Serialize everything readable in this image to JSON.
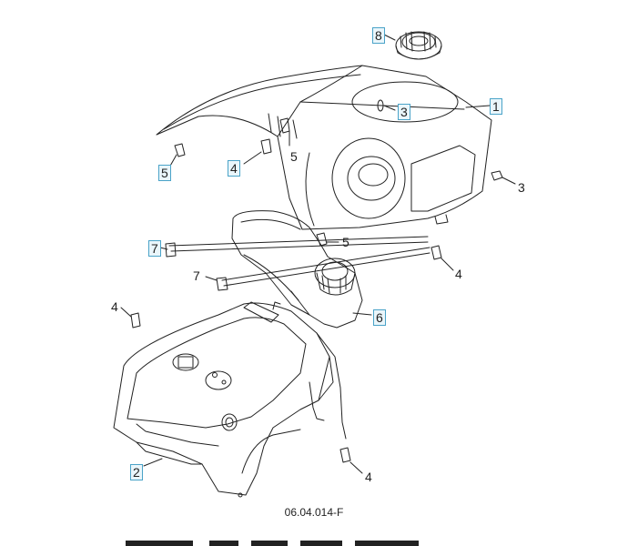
{
  "figure_code": "06.04.014-F",
  "callouts": [
    {
      "id": "c8",
      "text": "8",
      "boxed": true
    },
    {
      "id": "c1",
      "text": "1",
      "boxed": true
    },
    {
      "id": "c3a",
      "text": "3",
      "boxed": true
    },
    {
      "id": "c3b",
      "text": "3",
      "boxed": false
    },
    {
      "id": "c5a",
      "text": "5",
      "boxed": true
    },
    {
      "id": "c4a",
      "text": "4",
      "boxed": true
    },
    {
      "id": "c5b",
      "text": "5",
      "boxed": false
    },
    {
      "id": "c7a",
      "text": "7",
      "boxed": true
    },
    {
      "id": "c5c",
      "text": "5",
      "boxed": false
    },
    {
      "id": "c4b",
      "text": "4",
      "boxed": false
    },
    {
      "id": "c7b",
      "text": "7",
      "boxed": false
    },
    {
      "id": "c6",
      "text": "6",
      "boxed": true
    },
    {
      "id": "c4c",
      "text": "4",
      "boxed": false
    },
    {
      "id": "c2",
      "text": "2",
      "boxed": true
    },
    {
      "id": "c4d",
      "text": "4",
      "boxed": false
    }
  ],
  "colors": {
    "line": "#222222",
    "link_box": "#4aa3c8",
    "link_fill": "#eaf6fb"
  }
}
